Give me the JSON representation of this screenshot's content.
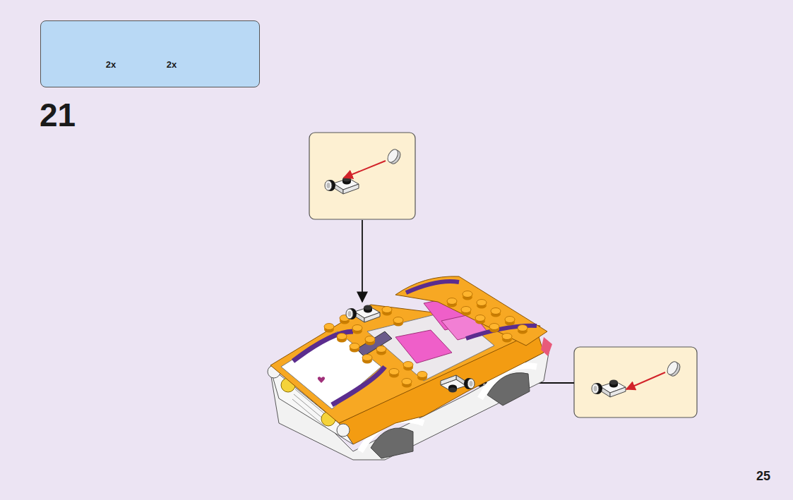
{
  "diagram": {
    "nodes": [
      {
        "text": [
          "2x",
          "2x"
        ]
      }
    ],
    "labels": [
      "21",
      "25"
    ]
  }
}
